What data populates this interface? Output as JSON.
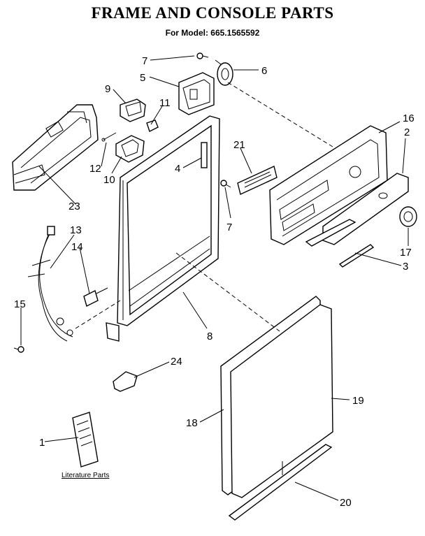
{
  "header": {
    "title": "FRAME AND CONSOLE PARTS",
    "subtitle": "For Model: 665.1565592"
  },
  "literature_label": "Literature Parts",
  "callouts": [
    {
      "id": "1",
      "text": "1"
    },
    {
      "id": "2",
      "text": "2"
    },
    {
      "id": "3",
      "text": "3"
    },
    {
      "id": "4",
      "text": "4"
    },
    {
      "id": "5",
      "text": "5"
    },
    {
      "id": "6",
      "text": "6"
    },
    {
      "id": "7a",
      "text": "7"
    },
    {
      "id": "7b",
      "text": "7"
    },
    {
      "id": "8",
      "text": "8"
    },
    {
      "id": "9",
      "text": "9"
    },
    {
      "id": "10",
      "text": "10"
    },
    {
      "id": "11",
      "text": "11"
    },
    {
      "id": "12",
      "text": "12"
    },
    {
      "id": "13",
      "text": "13"
    },
    {
      "id": "14",
      "text": "14"
    },
    {
      "id": "15",
      "text": "15"
    },
    {
      "id": "16",
      "text": "16"
    },
    {
      "id": "17",
      "text": "17"
    },
    {
      "id": "18",
      "text": "18"
    },
    {
      "id": "19",
      "text": "19"
    },
    {
      "id": "20",
      "text": "20"
    },
    {
      "id": "21",
      "text": "21"
    },
    {
      "id": "23",
      "text": "23"
    },
    {
      "id": "24",
      "text": "24"
    }
  ]
}
